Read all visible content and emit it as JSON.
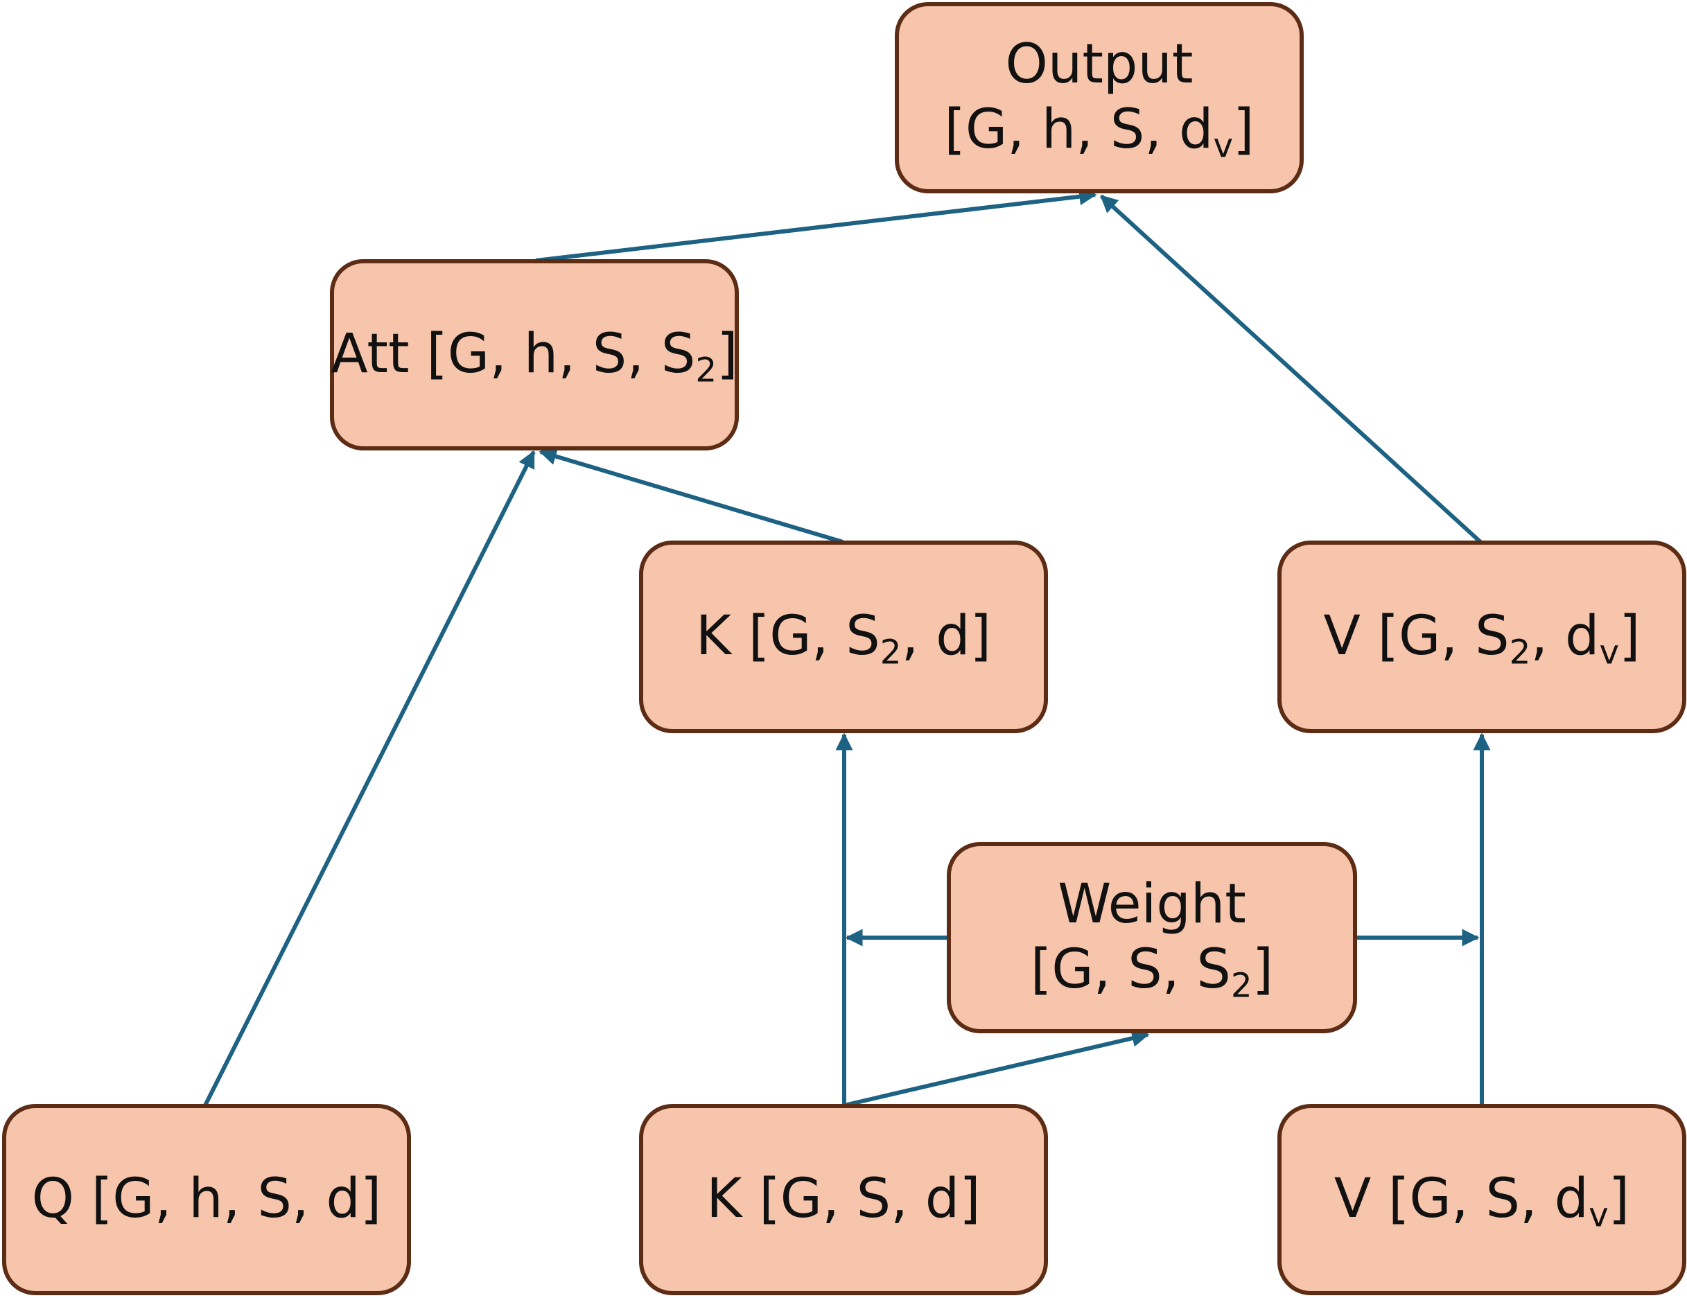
{
  "colors": {
    "node_fill": "#f6c5ab",
    "node_border": "#5c2c14",
    "edge": "#1d6283",
    "text": "#111111"
  },
  "nodes": {
    "output": {
      "line1": "Output",
      "line2_prefix": "[G, h, S, d",
      "line2_sub": "v",
      "line2_suffix": "]"
    },
    "att": {
      "prefix": "Att [G, h, S, S",
      "sub": "2",
      "suffix": "]"
    },
    "k_out": {
      "prefix": "K [G, S",
      "sub": "2",
      "suffix": ", d]"
    },
    "v_out": {
      "prefix": "V [G, S",
      "sub": "2",
      "mid": ", d",
      "sub2": "v",
      "suffix": "]"
    },
    "weight": {
      "line1": "Weight",
      "line2_prefix": "[G, S, S",
      "line2_sub": "2",
      "line2_suffix": "]"
    },
    "q_in": {
      "text": "Q [G, h, S, d]"
    },
    "k_in": {
      "text": "K [G, S, d]"
    },
    "v_in": {
      "prefix": "V [G, S, d",
      "sub": "v",
      "suffix": "]"
    }
  },
  "edges": [
    {
      "from": "att",
      "to": "output"
    },
    {
      "from": "v_out",
      "to": "output"
    },
    {
      "from": "q_in",
      "to": "att"
    },
    {
      "from": "k_out",
      "to": "att"
    },
    {
      "from": "k_in",
      "to": "k_out"
    },
    {
      "from": "weight",
      "to": "k_in_to_k_out"
    },
    {
      "from": "weight",
      "to": "v_in_to_v_out"
    },
    {
      "from": "k_in",
      "to": "weight"
    },
    {
      "from": "v_in",
      "to": "v_out"
    }
  ]
}
